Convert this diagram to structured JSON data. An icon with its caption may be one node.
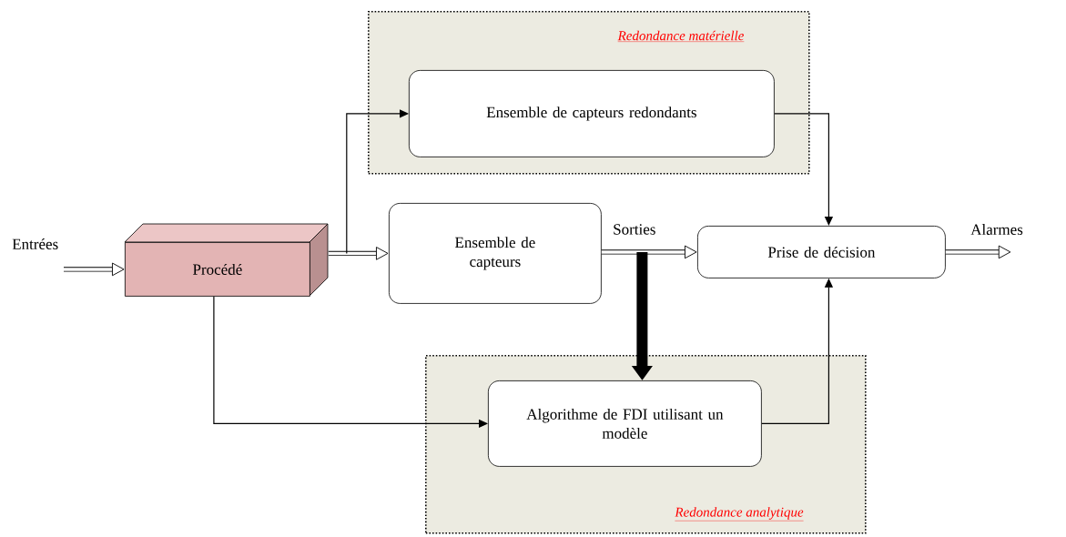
{
  "diagram": {
    "nodes": [
      {
        "text": [
          "Redondance matérielle"
        ]
      },
      {
        "text": [
          "Ensemble de capteurs redondants"
        ],
        "in": 0
      },
      {
        "text": [
          "Procédé"
        ]
      },
      {
        "text": [
          "Ensemble de capteurs"
        ]
      },
      {
        "text": [
          "Prise de décision"
        ]
      },
      {
        "text": [
          "Redondance analytique"
        ]
      },
      {
        "text": [
          "Algorithme de FDI utilisant un modèle"
        ],
        "in": 5
      }
    ],
    "edges": [
      {
        "from": null,
        "to": 2,
        "arrow": "to",
        "label": "Entrées"
      },
      {
        "from": 2,
        "to": 3,
        "arrow": "to"
      },
      {
        "from": 2,
        "to": 1,
        "arrow": "to"
      },
      {
        "from": 3,
        "to": 4,
        "arrow": "to",
        "label": "Sorties"
      },
      {
        "from": 3,
        "to": 6,
        "arrow": "to",
        "style": "thick"
      },
      {
        "from": 1,
        "to": 4,
        "arrow": "to"
      },
      {
        "from": 6,
        "to": 4,
        "arrow": "to"
      },
      {
        "from": 2,
        "to": 6,
        "arrow": "to"
      },
      {
        "from": 4,
        "to": null,
        "arrow": "to",
        "label": "Alarmes"
      }
    ]
  }
}
